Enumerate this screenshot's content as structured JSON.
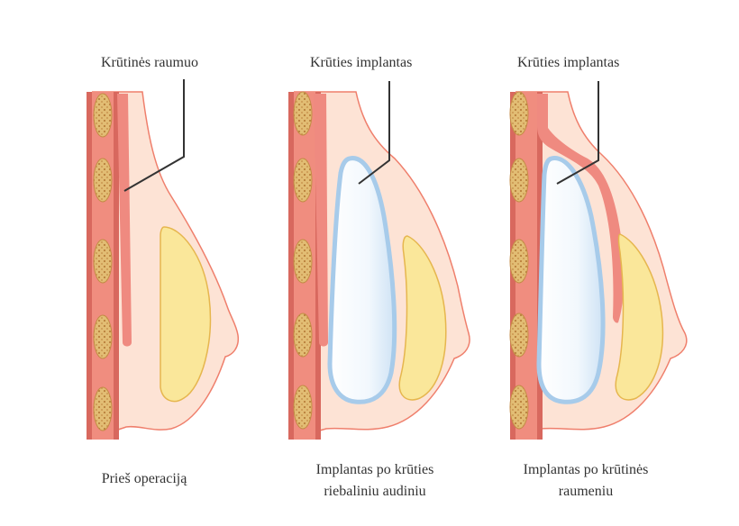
{
  "panels": [
    {
      "id": "before",
      "callout": "Krūtinės raumuo",
      "caption_lines": [
        "Prieš operaciją"
      ]
    },
    {
      "id": "subglandular",
      "callout": "Krūties implantas",
      "caption_lines": [
        "Implantas po krūties",
        "riebaliniu audiniu"
      ]
    },
    {
      "id": "submuscular",
      "callout": "Krūties implantas",
      "caption_lines": [
        "Implantas po krūtinės",
        "raumeniu"
      ]
    }
  ],
  "colors": {
    "skin": "#fde3d5",
    "skin_outline": "#ef7f6c",
    "muscle": "#ee8a7e",
    "rib_band": "#d8685e",
    "rib": "#d8ad62",
    "gland": "#fae79a",
    "gland_outline": "#e6b64e",
    "implant_outline": "#a7cbea",
    "implant_fill": "#f3f8fd",
    "leader": "#333333"
  },
  "icons": {
    "rib": "rib-bone-shape",
    "implant": "implant-shape",
    "gland": "mammary-gland-shape"
  }
}
